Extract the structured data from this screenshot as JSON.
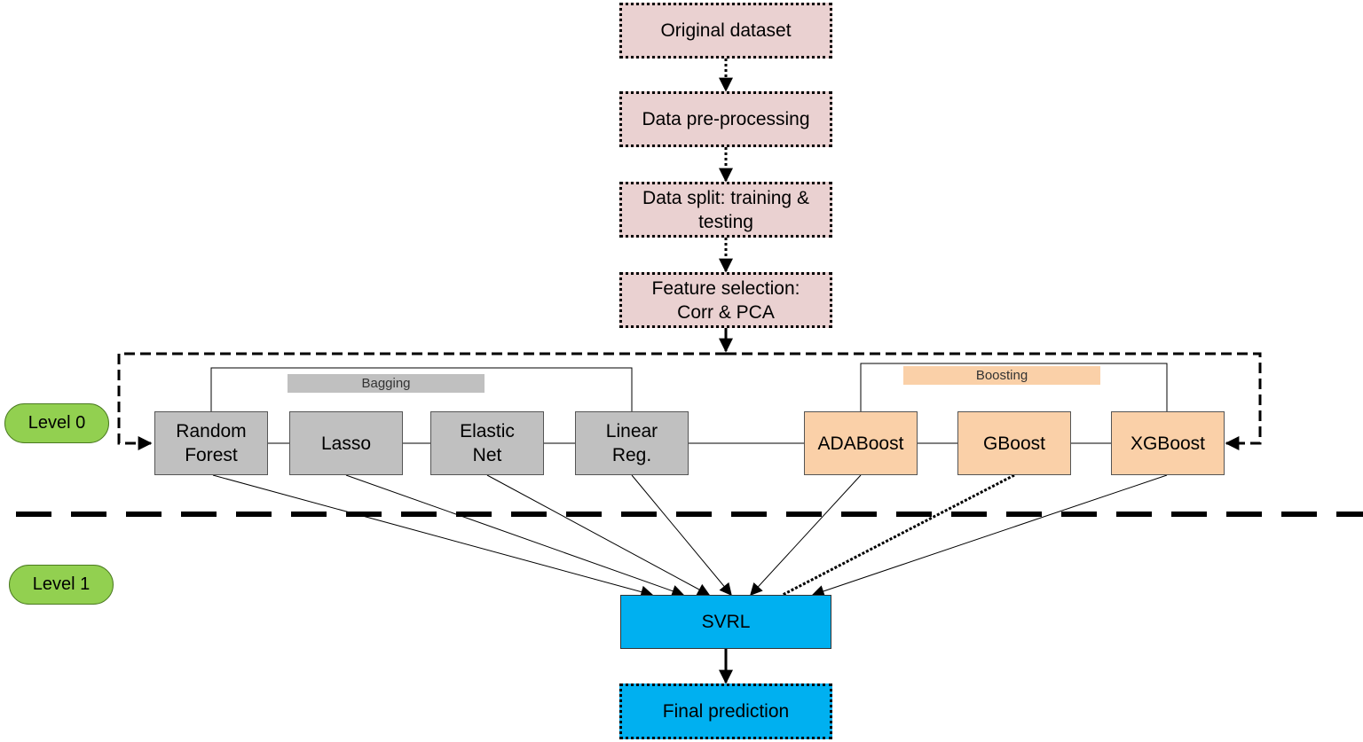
{
  "pipeline": {
    "original_dataset": "Original dataset",
    "preprocessing": "Data pre-processing",
    "split_line1": "Data split: training &",
    "split_line2": "testing",
    "feature_line1": "Feature selection:",
    "feature_line2": "Corr & PCA"
  },
  "levels": {
    "level0": "Level 0",
    "level1": "Level  1"
  },
  "groups": {
    "bagging": "Bagging",
    "boosting": "Boosting"
  },
  "base_models": {
    "random_forest_line1": "Random",
    "random_forest_line2": "Forest",
    "lasso": "Lasso",
    "elastic_net_line1": "Elastic",
    "elastic_net_line2": "Net",
    "linear_reg_line1": "Linear",
    "linear_reg_line2": "Reg.",
    "adaboost": "ADABoost",
    "gboost": "GBoost",
    "xgboost": "XGBoost"
  },
  "meta": {
    "svrl": "SVRL",
    "final_prediction": "Final prediction"
  },
  "colors": {
    "pipeline_fill": "#ead1d1",
    "bagging_fill": "#c0c0c0",
    "boosting_fill": "#fad0a8",
    "meta_fill": "#00b0f0",
    "level_fill": "#92d050"
  }
}
